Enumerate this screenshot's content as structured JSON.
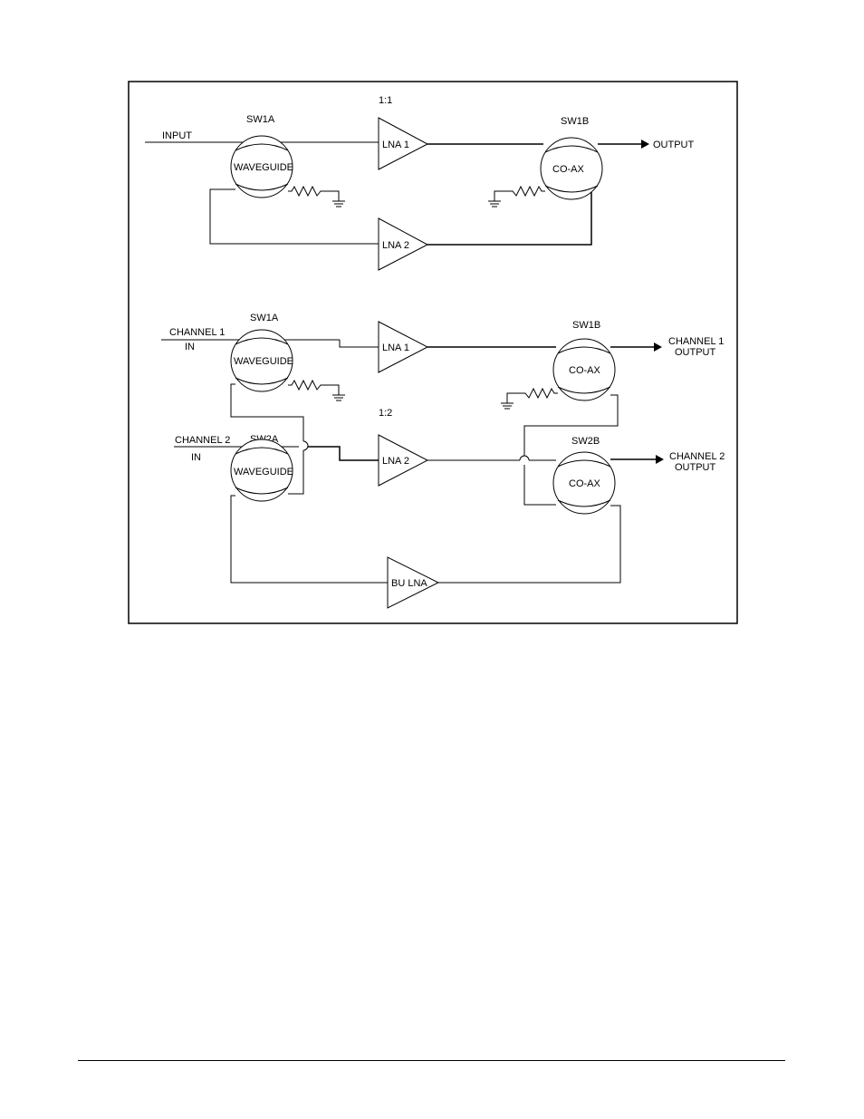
{
  "diagram": {
    "top": {
      "ratio": "1:1",
      "input": "INPUT",
      "output": "OUTPUT",
      "sw_in": {
        "name": "SW1A",
        "type": "WAVEGUIDE"
      },
      "sw_out": {
        "name": "SW1B",
        "type": "CO-AX"
      },
      "amp_primary": "LNA 1",
      "amp_backup": "LNA 2"
    },
    "bottom": {
      "ratio": "1:2",
      "ch1_in": [
        "CHANNEL 1",
        "IN"
      ],
      "ch2_in": [
        "CHANNEL 2",
        "IN"
      ],
      "ch1_out": [
        "CHANNEL 1",
        "OUTPUT"
      ],
      "ch2_out": [
        "CHANNEL 2",
        "OUTPUT"
      ],
      "sw1a": {
        "name": "SW1A",
        "type": "WAVEGUIDE"
      },
      "sw2a": {
        "name": "SW2A",
        "type": "WAVEGUIDE"
      },
      "sw1b": {
        "name": "SW1B",
        "type": "CO-AX"
      },
      "sw2b": {
        "name": "SW2B",
        "type": "CO-AX"
      },
      "amp_1": "LNA 1",
      "amp_2": "LNA 2",
      "amp_backup": "BU LNA"
    }
  }
}
